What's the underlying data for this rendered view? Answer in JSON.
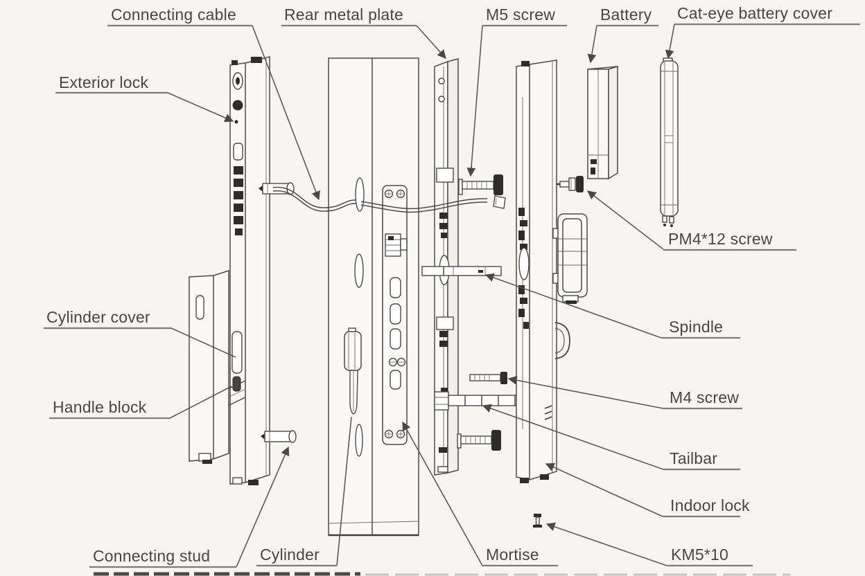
{
  "figure": {
    "kind": "exploded-assembly-diagram",
    "subject": "Smart door lock parts diagram"
  },
  "colors": {
    "background": "#f6f5f2",
    "line": "#4a4948",
    "label_text": "#474645",
    "underline": "#7d7c7a",
    "leader": "#5b5a58"
  },
  "labels": [
    {
      "id": "connecting-cable",
      "text": "Connecting cable"
    },
    {
      "id": "rear-metal-plate",
      "text": "Rear metal plate"
    },
    {
      "id": "m5-screw",
      "text": "M5 screw"
    },
    {
      "id": "battery",
      "text": "Battery"
    },
    {
      "id": "cat-eye-battery-cover",
      "text": "Cat-eye battery cover"
    },
    {
      "id": "exterior-lock",
      "text": "Exterior lock"
    },
    {
      "id": "pm4-12-screw",
      "text": "PM4*12 screw"
    },
    {
      "id": "cylinder-cover",
      "text": "Cylinder cover"
    },
    {
      "id": "spindle",
      "text": "Spindle"
    },
    {
      "id": "handle-block",
      "text": "Handle block"
    },
    {
      "id": "m4-screw",
      "text": "M4 screw"
    },
    {
      "id": "tailbar",
      "text": "Tailbar"
    },
    {
      "id": "indoor-lock",
      "text": "Indoor lock"
    },
    {
      "id": "connecting-stud",
      "text": "Connecting stud"
    },
    {
      "id": "cylinder",
      "text": "Cylinder"
    },
    {
      "id": "mortise",
      "text": "Mortise"
    },
    {
      "id": "km5-10",
      "text": "KM5*10"
    }
  ]
}
